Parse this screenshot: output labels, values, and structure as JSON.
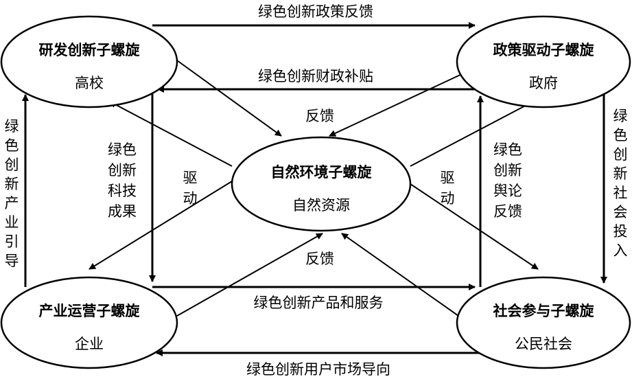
{
  "nodes": {
    "research": {
      "title": "研发创新子螺旋",
      "sub": "高校"
    },
    "policy": {
      "title": "政策驱动子螺旋",
      "sub": "政府"
    },
    "nature": {
      "title": "自然环境子螺旋",
      "sub": "自然资源"
    },
    "industry": {
      "title": "产业运营子螺旋",
      "sub": "企业"
    },
    "society": {
      "title": "社会参与子螺旋",
      "sub": "公民社会"
    }
  },
  "edges": {
    "top": "绿色创新政策反馈",
    "upper": "绿色创新财政补贴",
    "feedback_top": "反馈",
    "feedback_bottom": "反馈",
    "middle_lower": "绿色创新产品和服务",
    "bottom": "绿色创新用户市场导向",
    "left_outer": [
      "绿",
      "色",
      "创",
      "新",
      "产",
      "业",
      "引",
      "导"
    ],
    "left_inner": [
      "绿色",
      "创新",
      "科技",
      "成果"
    ],
    "drive_left": [
      "驱",
      "动"
    ],
    "drive_right": [
      "驱",
      "动"
    ],
    "right_inner": [
      "绿色",
      "创新",
      "舆论",
      "反馈"
    ],
    "right_outer": [
      "绿",
      "色",
      "创",
      "新",
      "社",
      "会",
      "投",
      "入"
    ]
  }
}
